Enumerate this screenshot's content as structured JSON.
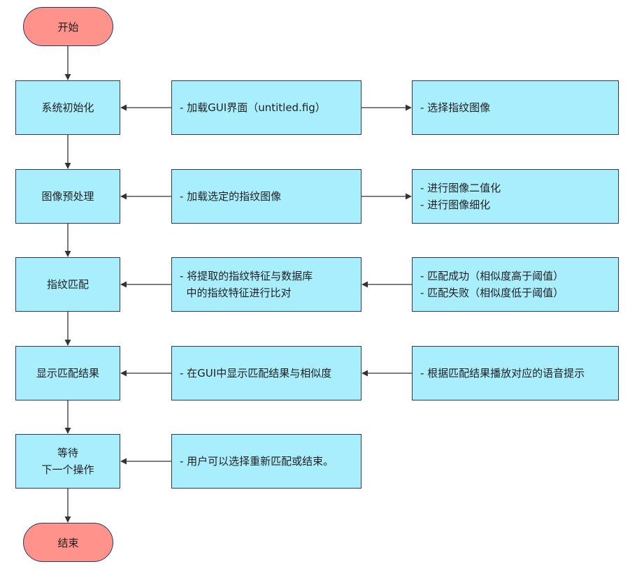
{
  "title": "指纹识别系统流程图",
  "start": {
    "label": "开始"
  },
  "end": {
    "label": "结束"
  },
  "steps": [
    {
      "label_lines": [
        "系统初始化"
      ],
      "input_lines": [
        "- 加载GUI界面（untitled.fig）"
      ],
      "side_lines": [
        "- 选择指纹图像"
      ],
      "side_direction": "out"
    },
    {
      "label_lines": [
        "图像预处理"
      ],
      "input_lines": [
        "- 加载选定的指纹图像"
      ],
      "side_lines": [
        "- 进行图像二值化",
        "- 进行图像细化"
      ],
      "side_direction": "out"
    },
    {
      "label_lines": [
        "指纹匹配"
      ],
      "input_lines": [
        "- 将提取的指纹特征与数据库",
        "  中的指纹特征进行比对"
      ],
      "side_lines": [
        "- 匹配成功（相似度高于阈值）",
        "- 匹配失败（相似度低于阈值）"
      ],
      "side_direction": "in"
    },
    {
      "label_lines": [
        "显示匹配结果"
      ],
      "input_lines": [
        "- 在GUI中显示匹配结果与相似度"
      ],
      "side_lines": [
        "- 根据匹配结果播放对应的语音提示"
      ],
      "side_direction": "in"
    },
    {
      "label_lines": [
        "等待",
        "下一个操作"
      ],
      "input_lines": [
        "- 用户可以选择重新匹配或结束。"
      ],
      "side_lines": [],
      "side_direction": "none"
    }
  ],
  "colors": {
    "process": "#a9eefc",
    "terminal": "#ff928a",
    "stroke": "#2d3a5e",
    "edge": "#333333"
  }
}
